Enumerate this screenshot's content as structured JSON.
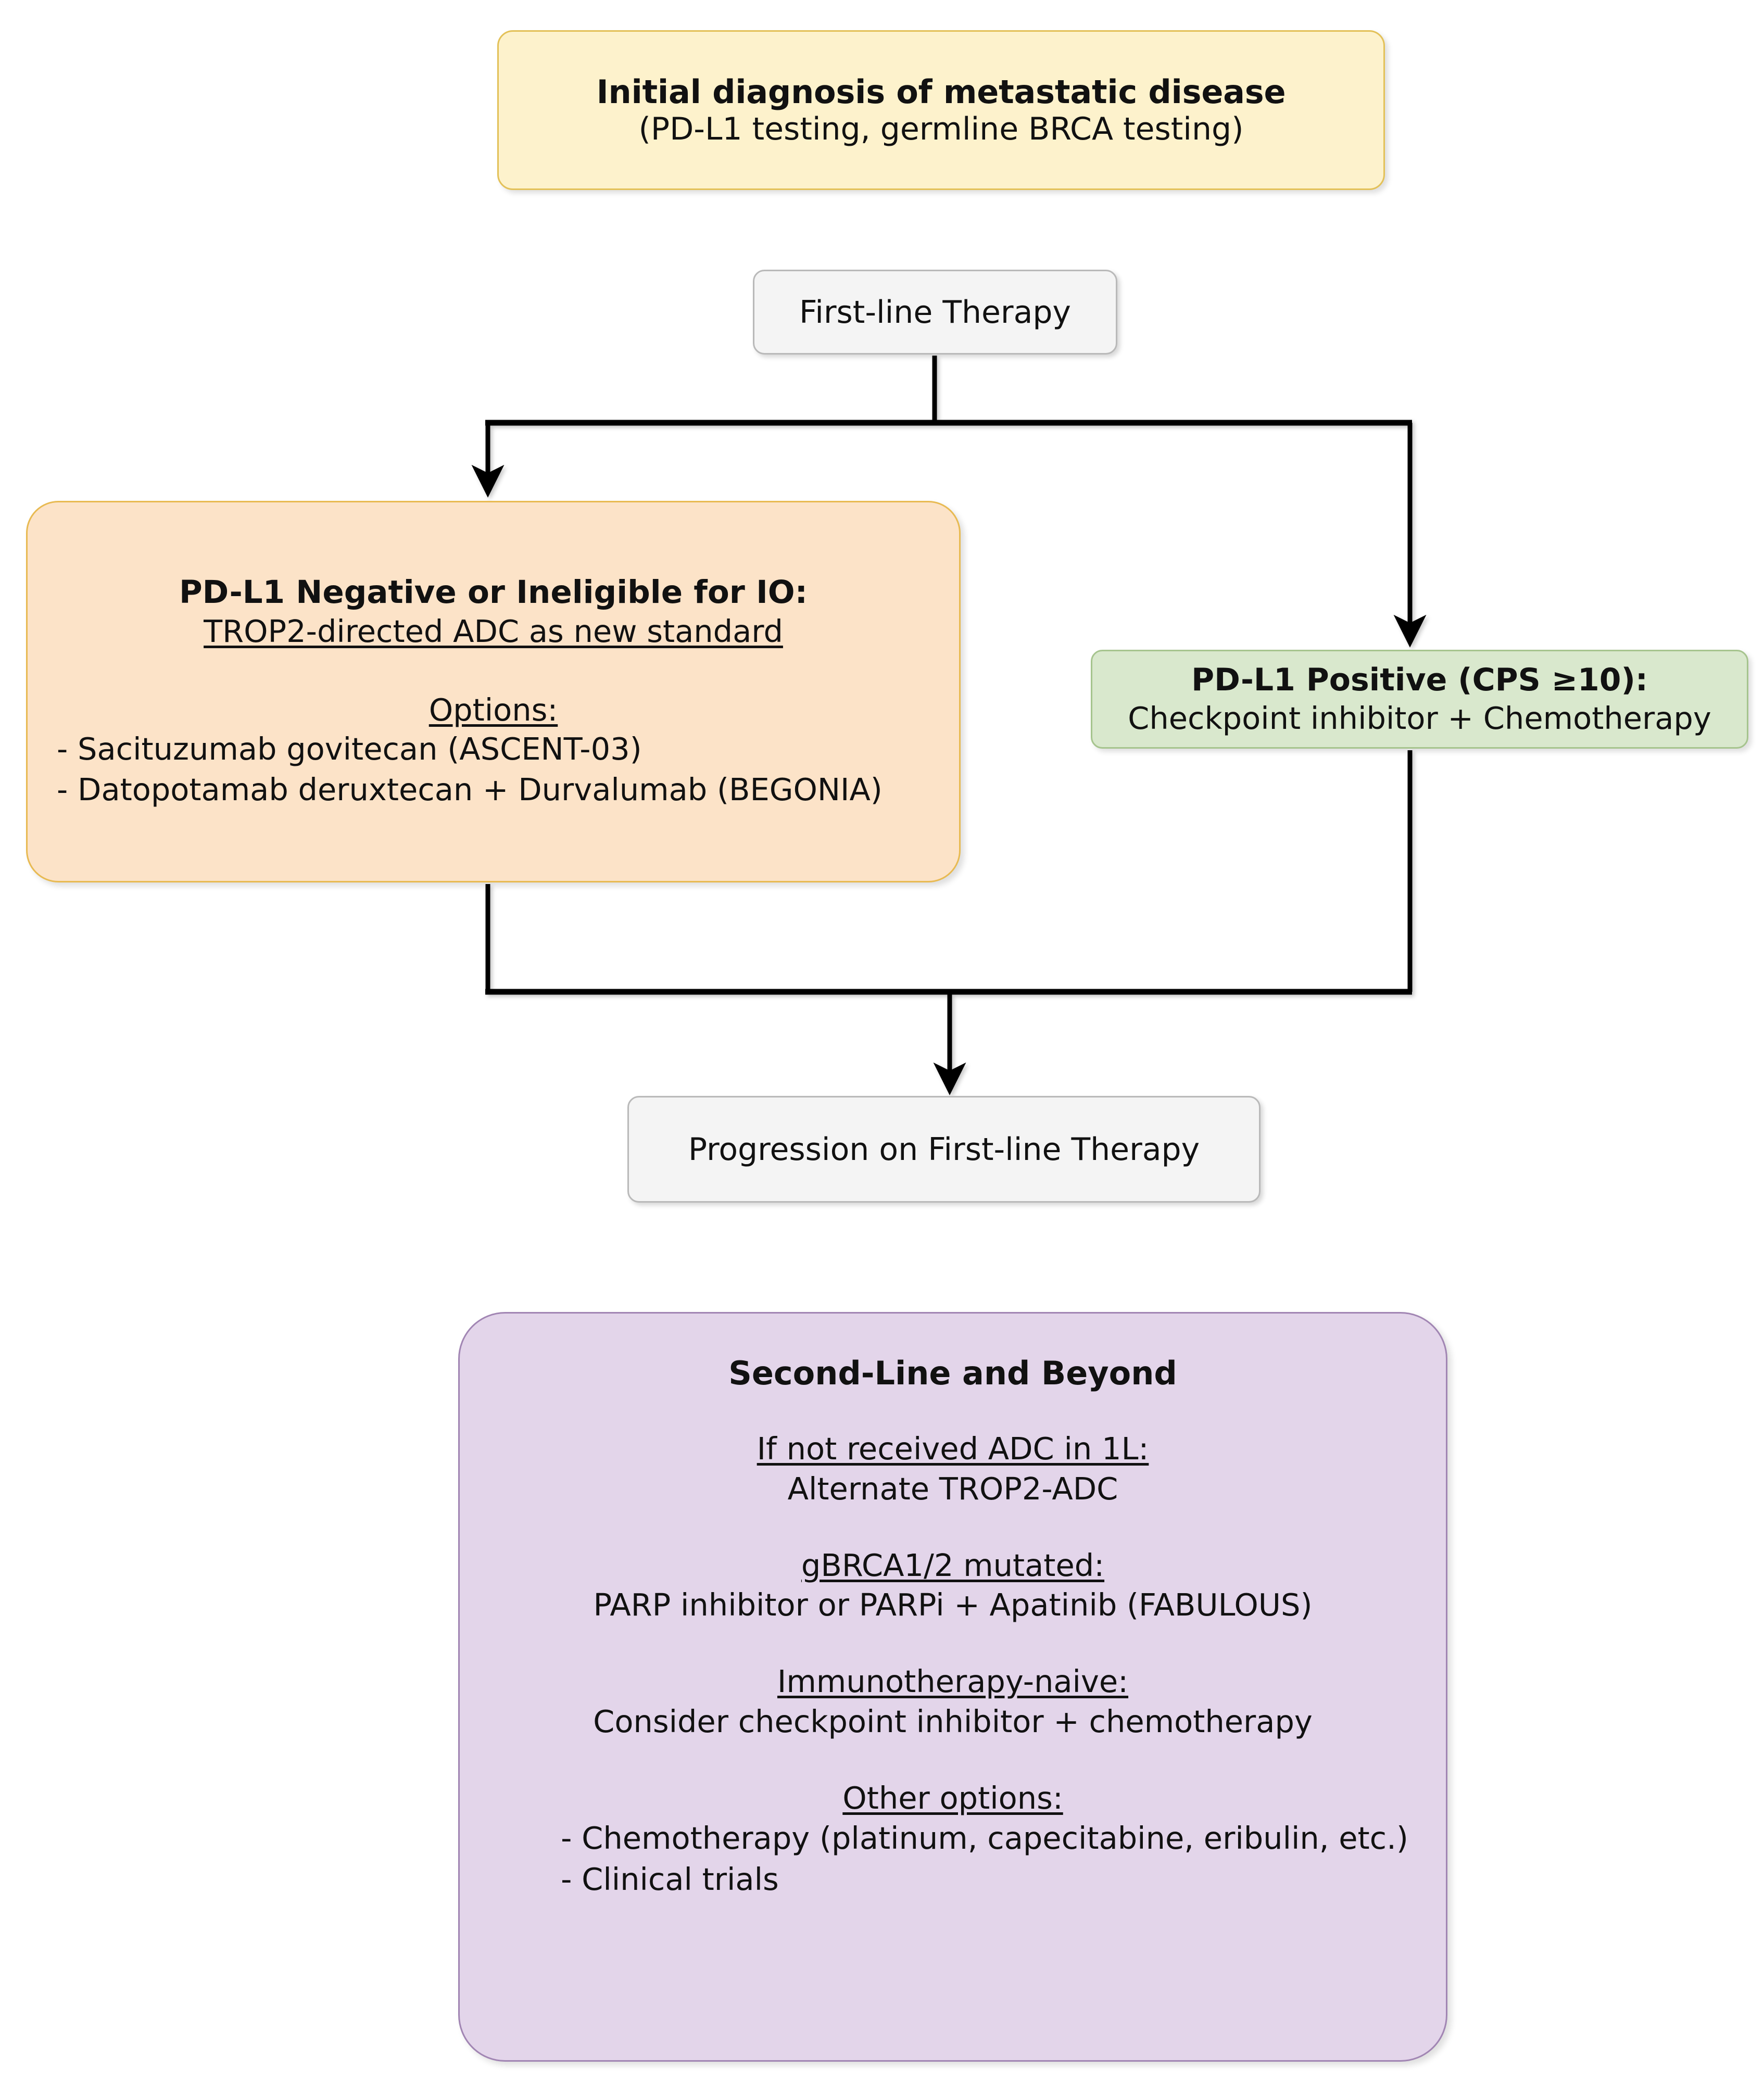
{
  "diagram": {
    "title": "Metastatic TNBC treatment algorithm",
    "colors": {
      "start_fill": "#fdf2cc",
      "start_border": "#e3c158",
      "process_fill": "#f4f4f4",
      "process_border": "#b9b9b9",
      "negative_fill": "#fce3c8",
      "negative_border": "#e8ba52",
      "positive_fill": "#d9e8cd",
      "positive_border": "#a6c48e",
      "second_line_fill": "#e3d5ea",
      "second_line_border": "#a185b3",
      "connector": "#000000"
    },
    "nodes": {
      "start": {
        "line1": "Initial diagnosis of metastatic disease",
        "line2": "(PD-L1 testing, germline BRCA testing)"
      },
      "first_line": {
        "label": "First-line Therapy"
      },
      "pdl1_negative": {
        "header": "PD-L1 Negative or Ineligible for IO:",
        "subheader": "TROP2-directed ADC as new standard",
        "options_label": "Options:",
        "options": "- Sacituzumab govitecan (ASCENT-03)\n- Datopotamab deruxtecan + Durvalumab (BEGONIA)"
      },
      "pdl1_positive": {
        "header": "PD-L1 Positive (CPS ≥10):",
        "subheader": "Checkpoint inhibitor + Chemotherapy"
      },
      "progression": {
        "label": "Progression on First-line Therapy"
      },
      "second_line": {
        "title": "Second-Line and Beyond",
        "no_adc_label": "If not received ADC in 1L:",
        "no_adc_value": "Alternate TROP2-ADC",
        "gbrca_label": "gBRCA1/2 mutated:",
        "gbrca_value": "PARP inhibitor or PARPi + Apatinib (FABULOUS)",
        "io_naive_label": "Immunotherapy-naive:",
        "io_naive_value": "Consider checkpoint inhibitor + chemotherapy",
        "other_label": "Other options:",
        "other_options": "- Chemotherapy (platinum, capecitabine, eribulin, etc.)\n- Clinical trials"
      }
    }
  }
}
